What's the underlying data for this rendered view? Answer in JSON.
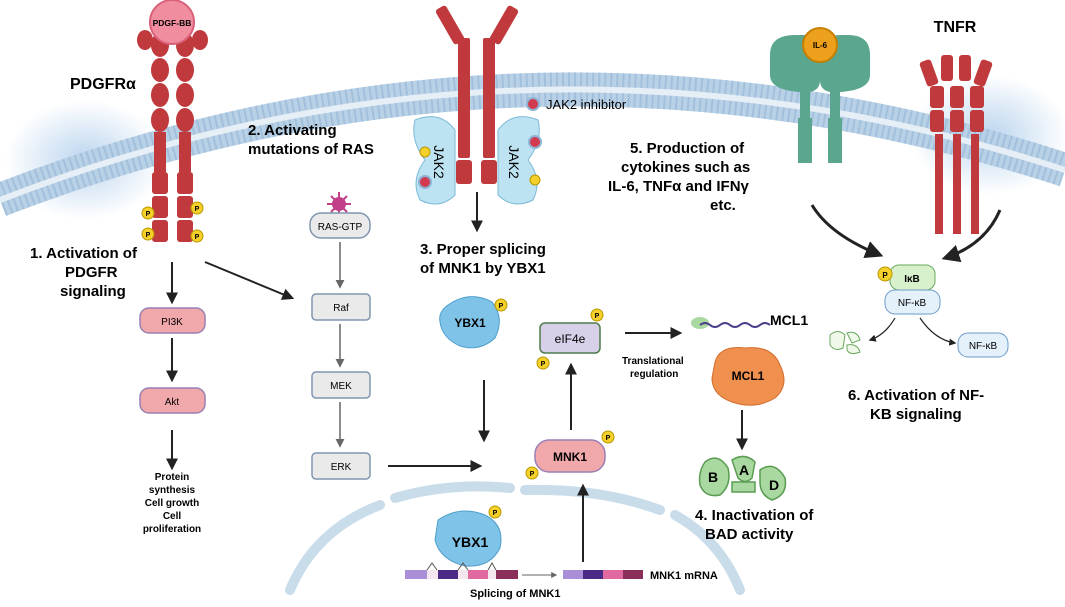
{
  "receptors": {
    "pdgfr": "PDGFRα",
    "pdgf_bb": "PDGF-BB",
    "tnfr": "TNFR",
    "il6": "IL-6",
    "jak2_left": "JAK2",
    "jak2_right": "JAK2",
    "jak2_inhibitor": "JAK2 inhibitor",
    "phospho": "P"
  },
  "steps": {
    "s1": [
      "1.  Activation of",
      "PDGFR",
      "signaling"
    ],
    "s2": [
      "2. Activating",
      "mutations of RAS"
    ],
    "s3": [
      "3. Proper splicing",
      "of MNK1 by YBX1"
    ],
    "s4": [
      "4. Inactivation of",
      "BAD activity"
    ],
    "s5": [
      "5. Production of",
      "cytokines such as",
      "IL-6, TNFα and IFNγ",
      "etc."
    ],
    "s6": [
      "6. Activation of NF-",
      "KB signaling"
    ]
  },
  "pathway": {
    "pi3k": "PI3K",
    "akt": "Akt",
    "outcome": [
      "Protein",
      "synthesis",
      "Cell growth",
      "Cell",
      "proliferation"
    ],
    "ras_gtp": "RAS-GTP",
    "raf": "Raf",
    "mek": "MEK",
    "erk": "ERK"
  },
  "center": {
    "ybx1_top": "YBX1",
    "ybx1_nucleus": "YBX1",
    "eif4e": "eIF4e",
    "mnk1": "MNK1",
    "translational": [
      "Translational",
      "regulation"
    ],
    "mcl1_mrna": "MCL1",
    "mcl1_protein": "MCL1",
    "mnk1_mrna": "MNK1 mRNA",
    "splicing": "Splicing of MNK1",
    "bad_b": "B",
    "bad_a": "A",
    "bad_d": "D"
  },
  "nfkb": {
    "ikb": "IκB",
    "nfkb_complex": "NF-κB",
    "nfkb_free": "NF-κB"
  },
  "colors": {
    "receptor_red": "#c0393d",
    "membrane_blue": "#bcd3e6",
    "box_pink": "#f0a8ab",
    "box_gray": "#eaeaea",
    "ybx1_blue": "#7fc3e8",
    "mcl1_orange": "#f0904f",
    "bad_green": "#a9d8a0",
    "phospho_yellow": "#f5d02a",
    "tnfr_green": "#5aa68f"
  }
}
